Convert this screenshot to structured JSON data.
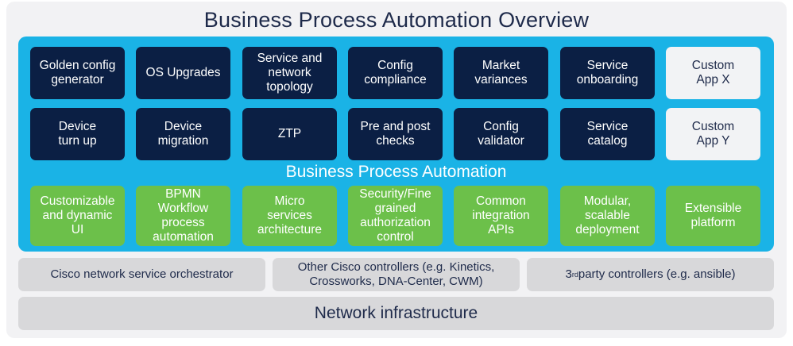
{
  "title": "Business Process Automation Overview",
  "bpa_label": "Business Process Automation",
  "row1": [
    {
      "label": "Golden config\ngenerator",
      "style": "dark"
    },
    {
      "label": "OS Upgrades",
      "style": "dark"
    },
    {
      "label": "Service and\nnetwork\ntopology",
      "style": "dark"
    },
    {
      "label": "Config\ncompliance",
      "style": "dark"
    },
    {
      "label": "Market\nvariances",
      "style": "dark"
    },
    {
      "label": "Service\nonboarding",
      "style": "dark"
    },
    {
      "label": "Custom\nApp X",
      "style": "light"
    }
  ],
  "row2": [
    {
      "label": "Device\nturn up",
      "style": "dark"
    },
    {
      "label": "Device\nmigration",
      "style": "dark"
    },
    {
      "label": "ZTP",
      "style": "dark"
    },
    {
      "label": "Pre and post\nchecks",
      "style": "dark"
    },
    {
      "label": "Config\nvalidator",
      "style": "dark"
    },
    {
      "label": "Service\ncatalog",
      "style": "dark"
    },
    {
      "label": "Custom\nApp Y",
      "style": "light"
    }
  ],
  "features": [
    "Customizable\nand dynamic UI",
    "BPMN Workflow\nprocess\nautomation",
    "Micro\nservices\narchitecture",
    "Security/Fine\ngrained\nauthorization\ncontrol",
    "Common\nintegration\nAPIs",
    "Modular,\nscalable\ndeployment",
    "Extensible\nplatform"
  ],
  "controllers": {
    "nso": "Cisco network service orchestrator",
    "other": "Other Cisco controllers (e.g. Kinetics,\nCrossworks, DNA-Center, CWM)",
    "third_party_prefix": "3",
    "third_party_sup": "rd",
    "third_party_rest": " party controllers (e.g. ansible)"
  },
  "infrastructure": "Network infrastructure",
  "colors": {
    "panel": "#1ab3e6",
    "dark_tile": "#0b1f44",
    "light_tile": "#f2f3f5",
    "green_tile": "#6cc04a",
    "gray_bar": "#d8d8da"
  }
}
